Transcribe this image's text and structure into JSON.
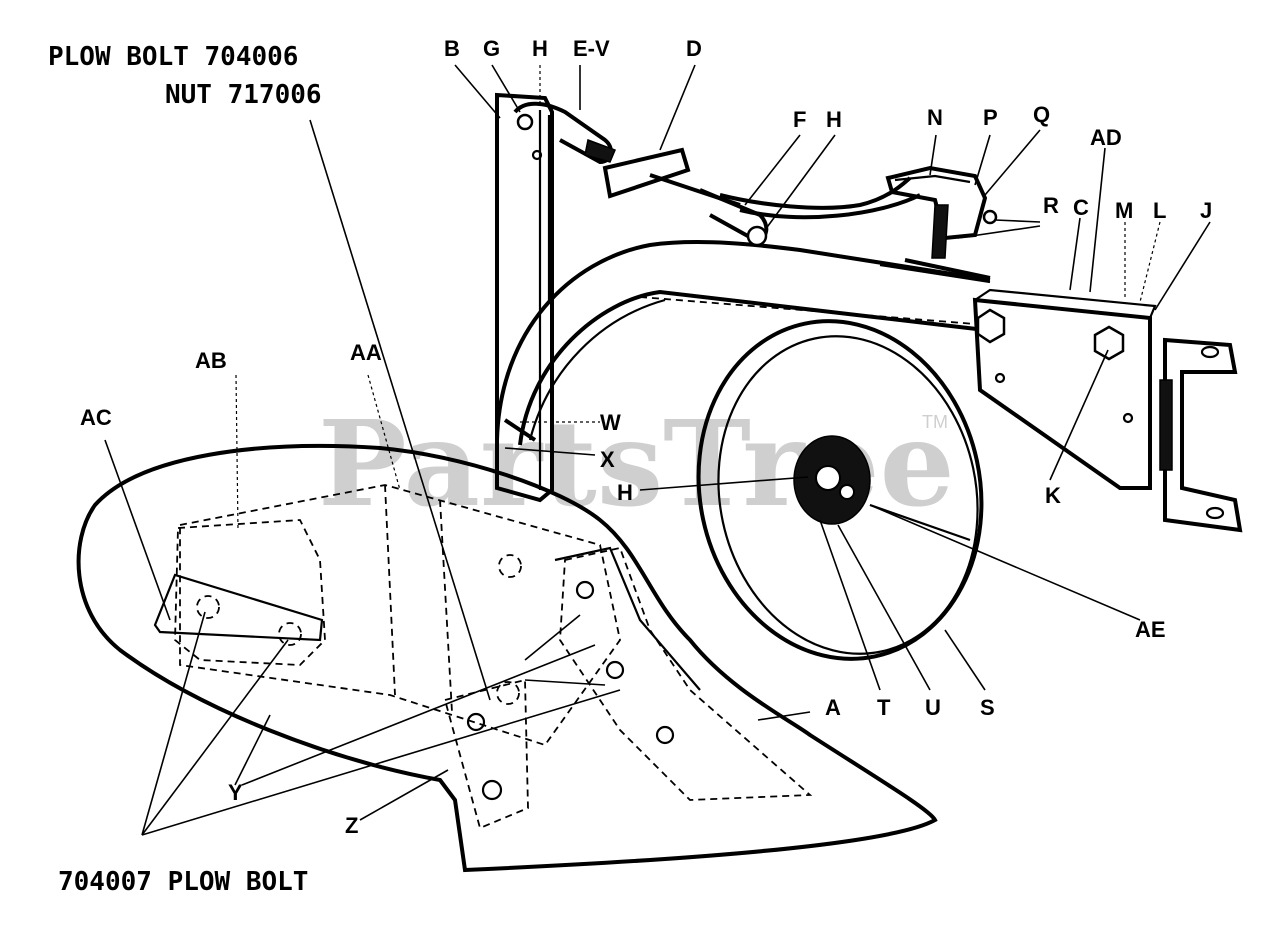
{
  "watermark": {
    "text": "PartsTree",
    "trademark": "TM"
  },
  "notes": {
    "plow_bolt_704006": "PLOW BOLT 704006",
    "nut_717006": "NUT 717006",
    "plow_bolt_704007": "704007 PLOW BOLT"
  },
  "callouts": {
    "B": "B",
    "G": "G",
    "H_top": "H",
    "EV": "E-V",
    "D": "D",
    "F": "F",
    "H_mid": "H",
    "N": "N",
    "P": "P",
    "Q": "Q",
    "AD": "AD",
    "R": "R",
    "C": "C",
    "M": "M",
    "L": "L",
    "J": "J",
    "AB": "AB",
    "AA": "AA",
    "AC": "AC",
    "W": "W",
    "X": "X",
    "H_hub": "H",
    "K": "K",
    "AE": "AE",
    "A": "A",
    "T": "T",
    "U": "U",
    "S": "S",
    "Y": "Y",
    "Z": "Z"
  },
  "colors": {
    "line": "#000000",
    "background": "#ffffff",
    "watermark": "#cfcfcf"
  }
}
